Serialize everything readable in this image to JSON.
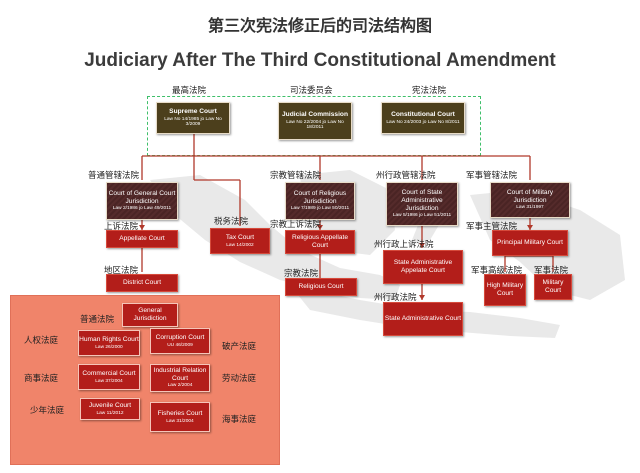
{
  "title_cn": "第三次宪法修正后的司法结构图",
  "title_en": "Judiciary After The Third Constitutional Amendment",
  "top_labels": {
    "supreme": "最高法院",
    "judicial": "司法委员会",
    "constitutional": "宪法法院"
  },
  "supreme_court": {
    "name": "Supreme Court",
    "law": "Law No 14/1985 jo Law No 3/2009"
  },
  "judicial_commission": {
    "name": "Judicial Commission",
    "law": "Law No 22/2004 jo Law No 18/2011"
  },
  "constitutional_court": {
    "name": "Constitutional Court",
    "law": "Law No 24/2003 jo Law No 8/2011"
  },
  "jurisdiction_labels": {
    "general": "普通管辖法院",
    "religious": "宗教管辖法院",
    "state_admin": "州行政管辖法院",
    "military": "军事管辖法院"
  },
  "general_jurisdiction": {
    "name": "Court of General Court Jurisdiction",
    "law": "Law 2/1986 jo Law 49/2011"
  },
  "religious_jurisdiction": {
    "name": "Court of Religious Jurisdiction",
    "law": "Law 7/1989 jo Law 50/2011"
  },
  "state_admin_jurisdiction": {
    "name": "Court of State Administrative Jurisdiction",
    "law": "Law 5/1986 jo Law 51/2011"
  },
  "military_jurisdiction": {
    "name": "Court of Military Jurisdiction",
    "law": "Law 31/1997"
  },
  "court_labels": {
    "appellate": "上诉法院",
    "tax": "税务法院",
    "district": "地区法院",
    "religious_appellate": "宗教上诉法院",
    "religious": "宗教法院",
    "state_admin_appellate": "州行政上诉法院",
    "state_admin": "州行政法院",
    "principal_military": "军事主管法院",
    "high_military": "军事高级法院",
    "military": "军事法院"
  },
  "appellate_court": {
    "name": "Appellate Court"
  },
  "tax_court": {
    "name": "Tax Court",
    "law": "Law 14/2002"
  },
  "district_court": {
    "name": "District Court"
  },
  "religious_appellate_court": {
    "name": "Religious Appellate Court"
  },
  "religious_court": {
    "name": "Religious Court"
  },
  "state_admin_appellate_court": {
    "name": "State Administrative Appelate Court"
  },
  "state_admin_court": {
    "name": "State Administrative Court"
  },
  "principal_military_court": {
    "name": "Principal Military Court"
  },
  "high_military_court": {
    "name": "High Military Court"
  },
  "military_court": {
    "name": "Military Court"
  },
  "panel": {
    "general_label": "普通法院",
    "general": {
      "name": "General Jurisdiction"
    },
    "human_rights_label": "人权法庭",
    "human_rights": {
      "name": "Human Rights Court",
      "law": "Law 26/2000"
    },
    "corruption": {
      "name": "Corruption Court",
      "law": "UU 46/2009"
    },
    "bankruptcy_label": "破产法庭",
    "commercial_label": "商事法庭",
    "commercial": {
      "name": "Commercial Court",
      "law": "Law 37/2004"
    },
    "industrial": {
      "name": "Industrial Relation Court",
      "law": "Law 2/2004"
    },
    "labor_label": "劳动法庭",
    "juvenile_label": "少年法庭",
    "juvenile": {
      "name": "Juvenile Court",
      "law": "Law 11/2012"
    },
    "fisheries": {
      "name": "Fisheries Court",
      "law": "Law 31/2004"
    },
    "maritime_label": "海事法庭"
  },
  "colors": {
    "olive": "#4c3f1c",
    "brown": "#4a2424",
    "red": "#b31e1a",
    "panel": "#f0846a",
    "dashed": "#3fbf6a"
  }
}
